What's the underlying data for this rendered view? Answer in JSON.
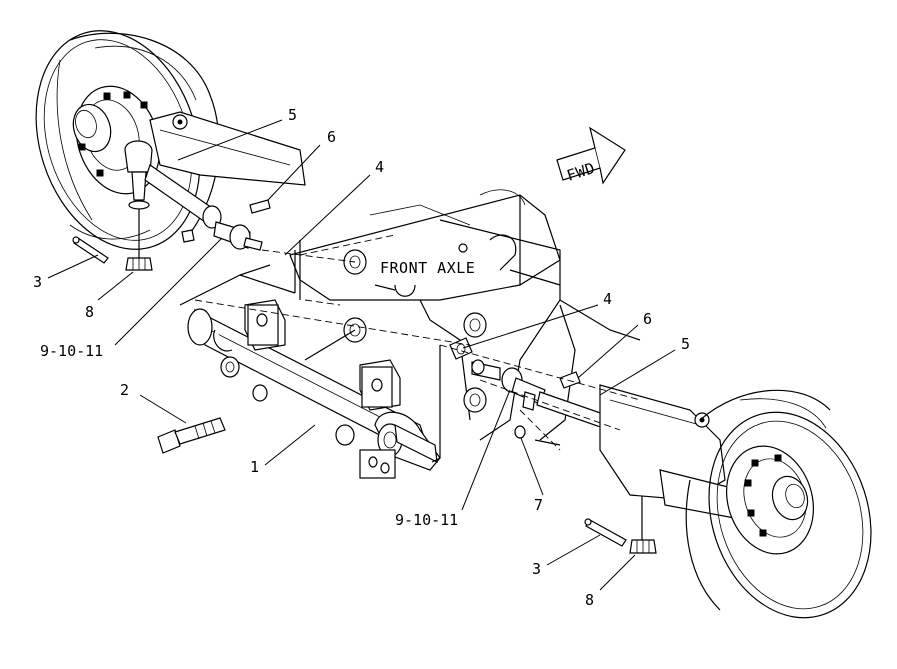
{
  "labels": {
    "front_axle": "FRONT AXLE",
    "fwd": "FWD"
  },
  "callouts": {
    "c1": "1",
    "c2": "2",
    "c3_left": "3",
    "c3_right": "3",
    "c4_left": "4",
    "c4_right": "4",
    "c5_left": "5",
    "c5_right": "5",
    "c6_left": "6",
    "c6_right": "6",
    "c7": "7",
    "c8_left": "8",
    "c8_right": "8",
    "c9_left": "9-10-11",
    "c9_right": "9-10-11"
  },
  "colors": {
    "line": "#000000",
    "background": "#ffffff"
  }
}
